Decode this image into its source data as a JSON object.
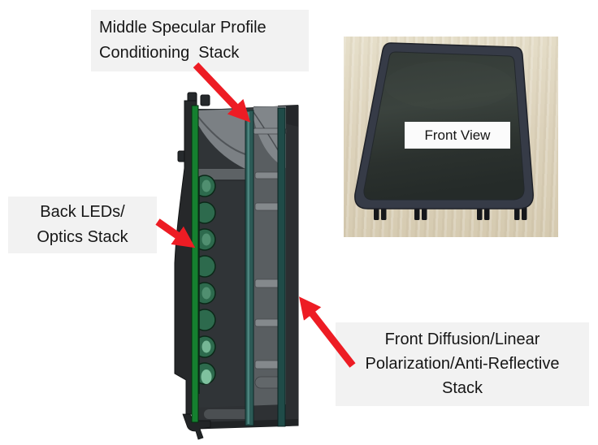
{
  "figure": {
    "type": "display-assembly-annotated-diagram",
    "background": "#ffffff"
  },
  "callouts": {
    "middle_stack": {
      "line1": "Middle Specular Profile",
      "line2": "Conditioning  Stack"
    },
    "back_stack": {
      "line1": "Back LEDs/",
      "line2": "Optics Stack"
    },
    "front_stack": {
      "line1": "Front Diffusion/Linear",
      "line2": "Polarization/Anti-Reflective",
      "line3": "Stack"
    }
  },
  "photo": {
    "caption": "Front View"
  },
  "icons": {
    "callout_arrow": "red-block-arrow"
  },
  "colors": {
    "arrow_red": "#ed1c24",
    "callout_bg": "#f2f2f2",
    "led_green": "#15802f",
    "optics_green": "#2d6a4d",
    "optics_highlight": "#8ed0ae",
    "stack_teal_middle": "#2c5a56",
    "stack_teal_front": "#1f4b48",
    "housing_gray": "#3b3f42",
    "interior_gray": "#81868a",
    "device_bezel": "#363b47",
    "device_screen": "#2e3531",
    "table_wood": "#ddd3bc",
    "caption_bg": "#fbfbfb"
  }
}
